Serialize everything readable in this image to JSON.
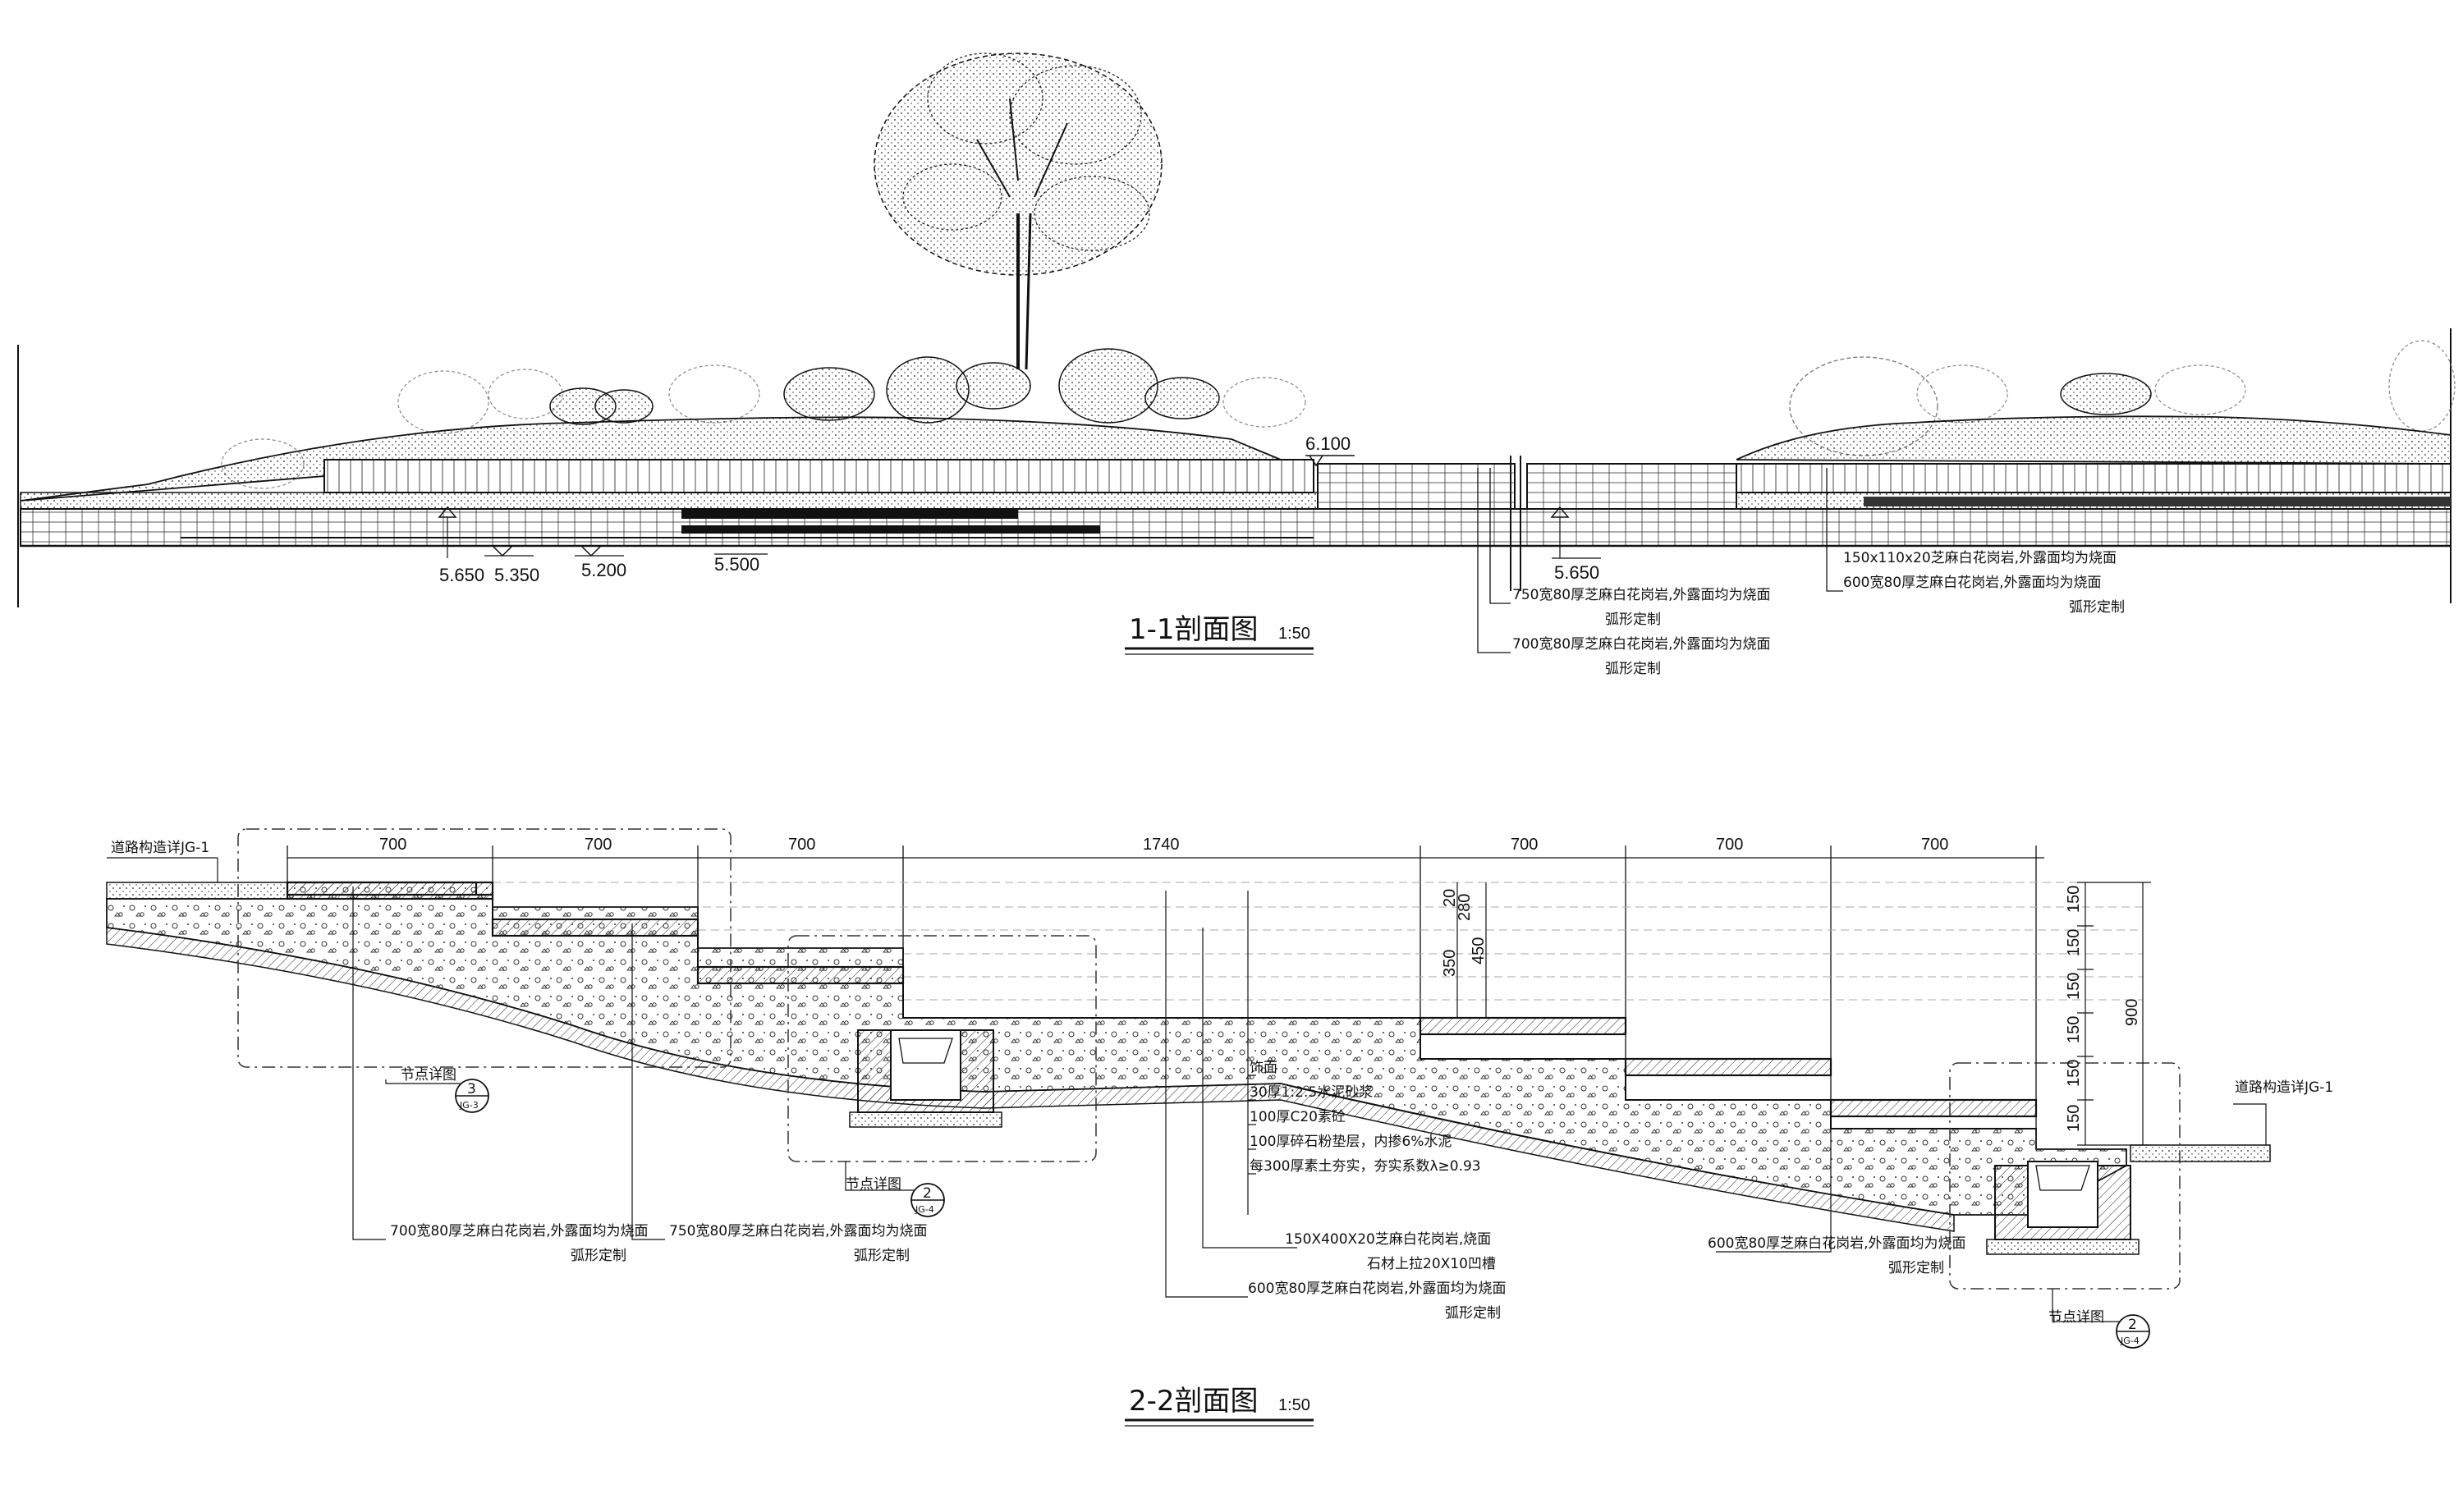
{
  "section_1": {
    "title": "1-1剖面图",
    "scale": "1:50",
    "elevations": {
      "top": "6.100",
      "e1": "5.650",
      "e2": "5.350",
      "e3": "5.200",
      "e4": "5.500",
      "e5": "5.650"
    },
    "notes": {
      "n1_line1": "750宽80厚芝麻白花岗岩,外露面均为烧面",
      "n1_line2": "弧形定制",
      "n2_line1": "700宽80厚芝麻白花岗岩,外露面均为烧面",
      "n2_line2": "弧形定制",
      "n3_line1": "150x110x20芝麻白花岗岩,外露面均为烧面",
      "n3_line2": "600宽80厚芝麻白花岗岩,外露面均为烧面",
      "n3_line3": "弧形定制"
    }
  },
  "section_2": {
    "title": "2-2剖面图",
    "scale": "1:50",
    "road_left": "道路构造详JG-1",
    "road_right": "道路构造详JG-1",
    "dims_top": [
      "700",
      "700",
      "700",
      "1740",
      "700",
      "700",
      "700"
    ],
    "dims_vertical": {
      "d280": "280",
      "d20": "20",
      "d350": "350",
      "d450": "450",
      "d150s": [
        "150",
        "150",
        "150",
        "150",
        "150",
        "150"
      ],
      "d900": "900"
    },
    "detail_labels": {
      "left": "节点详图",
      "left_id": "3",
      "left_ref": "JG-3",
      "mid": "节点详图",
      "mid_id": "2",
      "mid_ref": "JG-4",
      "right": "节点详图",
      "right_id": "2",
      "right_ref": "JG-4"
    },
    "layers": [
      "饰面",
      "30厚1:2.5水泥砂浆",
      "100厚C20素砼",
      "100厚碎石粉垫层，内掺6%水泥",
      "每300厚素土夯实，夯实系数λ≥0.93"
    ],
    "notes": {
      "a_line1": "700宽80厚芝麻白花岗岩,外露面均为烧面",
      "a_line2": "弧形定制",
      "b_line1": "750宽80厚芝麻白花岗岩,外露面均为烧面",
      "b_line2": "弧形定制",
      "c_line1": "150X400X20芝麻白花岗岩,烧面",
      "c_line2": "石材上拉20X10凹槽",
      "d_line1": "600宽80厚芝麻白花岗岩,外露面均为烧面",
      "d_line2": "弧形定制",
      "e_line1": "600宽80厚芝麻白花岗岩,外露面均为烧面",
      "e_line2": "弧形定制"
    }
  }
}
